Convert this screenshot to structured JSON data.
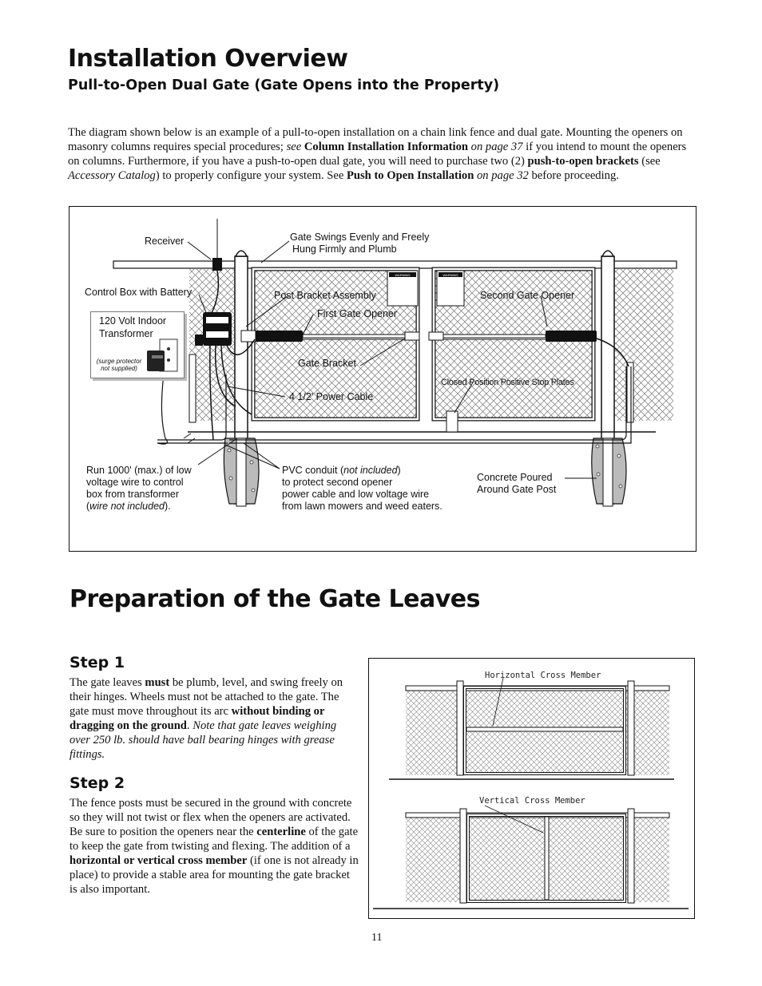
{
  "header": {
    "title": "Installation Overview",
    "subtitle": "Pull-to-Open Dual Gate (Gate Opens into the Property)"
  },
  "intro": {
    "p1": "The diagram shown below is an example of a pull-to-open installation on a chain link fence and dual gate.  Mounting the openers on masonry columns requires special procedures; ",
    "see": "see",
    "column_info": "Column Installation Information",
    "on_page_37": "on page 37",
    "p2": " if you intend to mount the openers on columns.  Furthermore, if you have a push-to-open dual gate, you will need to purchase two (2) ",
    "push_brackets": "push-to-open brackets",
    "p3": " (see ",
    "accessory_catalog": "Accessory Catalog",
    "p4": ") to properly configure your system.  See ",
    "push_install": "Push to Open Installation",
    "on_page_32": "on page 32",
    "p5": " before proceeding."
  },
  "diagram1": {
    "receiver": "Receiver",
    "gate_swings_1": "Gate Swings Evenly and Freely",
    "gate_swings_2": "Hung Firmly and Plumb",
    "control_box": "Control Box with Battery",
    "post_bracket": "Post Bracket Assembly",
    "first_opener": "First Gate Opener",
    "second_opener": "Second Gate Opener",
    "transformer_1": "120 Volt Indoor",
    "transformer_2": "Transformer",
    "surge_1": "surge protector",
    "surge_2": "not supplied",
    "gate_bracket": "Gate Bracket",
    "stop_plates": "Closed Position Positive Stop Plates",
    "power_cable": "4 1/2' Power Cable",
    "run_1": "Run 1000' (max.) of low",
    "run_2": "voltage wire to control",
    "run_3": "box from transformer",
    "run_4a": "(",
    "run_4": "wire not included",
    "run_4b": ").",
    "pvc_1a": "PVC  conduit (",
    "pvc_1": "not included",
    "pvc_1b": ")",
    "pvc_2": "to protect second opener",
    "pvc_3": "power cable and low voltage wire",
    "pvc_4": "from lawn mowers and weed eaters.",
    "concrete_1": "Concrete Poured",
    "concrete_2": "Around Gate Post",
    "warning": "WARNING"
  },
  "prep": {
    "title": "Preparation of the Gate Leaves",
    "step1_title": "Step 1",
    "step1_a": "The gate leaves ",
    "step1_must": "must",
    "step1_b": " be plumb, level, and swing freely on their hinges.  Wheels must not be attached to the gate.  The gate must move throughout its arc ",
    "step1_bold": "without binding or dragging on the ground",
    "step1_c": ".  ",
    "step1_italic": "Note that gate leaves weighing over 250 lb. should have ball bearing hinges with grease fittings.",
    "step2_title": "Step 2",
    "step2_a": "The fence posts must be secured in the ground with concrete so they will not twist or flex when the openers are activated.  Be sure to position the openers near the ",
    "step2_centerline": "centerline",
    "step2_b": " of the gate to keep the gate from twisting and flexing.  The addition of a ",
    "step2_cross": "horizontal or vertical cross member",
    "step2_c": " (if one is not already in place) to provide a stable area for mounting the gate bracket is also important."
  },
  "diagram2": {
    "horizontal": "Horizontal Cross Member",
    "vertical": "Vertical Cross Member"
  },
  "footer": {
    "page_number": "11"
  }
}
